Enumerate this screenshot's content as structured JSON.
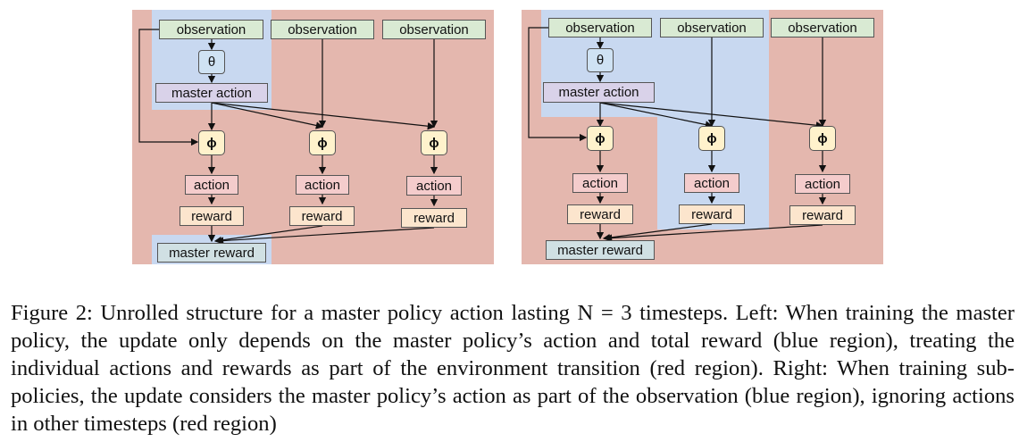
{
  "left": {
    "observations": [
      "observation",
      "observation",
      "observation"
    ],
    "theta": "θ",
    "master_action": "master action",
    "phis": [
      "ɸ",
      "ɸ",
      "ɸ"
    ],
    "actions": [
      "action",
      "action",
      "action"
    ],
    "rewards": [
      "reward",
      "reward",
      "reward"
    ],
    "master_reward": "master reward"
  },
  "right": {
    "observations": [
      "observation",
      "observation",
      "observation"
    ],
    "theta": "θ",
    "master_action": "master action",
    "phis": [
      "ɸ",
      "ɸ",
      "ɸ"
    ],
    "actions": [
      "action",
      "action",
      "action"
    ],
    "rewards": [
      "reward",
      "reward",
      "reward"
    ],
    "master_reward": "master reward"
  },
  "colors": {
    "red_region": "#e4b7ae",
    "blue_region": "#c8d8f0"
  },
  "caption": "Figure 2: Unrolled structure for a master policy action lasting N = 3 timesteps. Left: When training the master policy, the update only depends on the master policy’s action and total reward (blue region), treating the individual actions and rewards as part of the environment transition (red region). Right: When training sub-policies, the update considers the master policy’s action as part of the observation (blue region), ignoring actions in other timesteps (red region)"
}
